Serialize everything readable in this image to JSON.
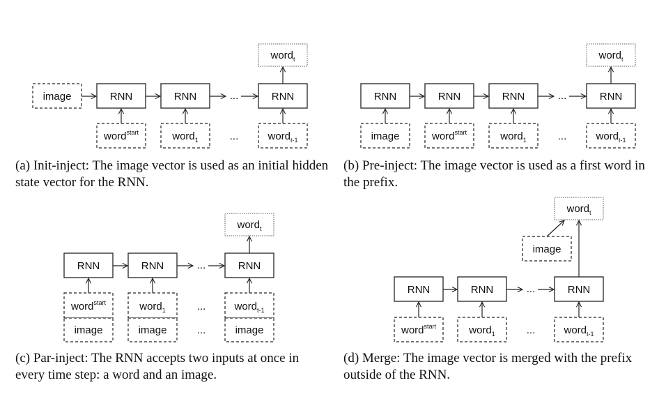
{
  "labels": {
    "image": "image",
    "rnn": "RNN",
    "word": "word",
    "sub_start": "start",
    "sub_1": "1",
    "sub_t_minus_1": "t-1",
    "sub_t": "t",
    "ellipsis": "..."
  },
  "captions": {
    "a": "(a)  Init-inject: The image vector is used as an initial hidden state vector for the RNN.",
    "b": "(b)  Pre-inject: The image vector is used as a first word in the prefix.",
    "c": "(c)  Par-inject: The RNN accepts two inputs at once in every time step: a word and an image.",
    "d": "(d)  Merge: The image vector is merged with the prefix outside of the RNN."
  }
}
